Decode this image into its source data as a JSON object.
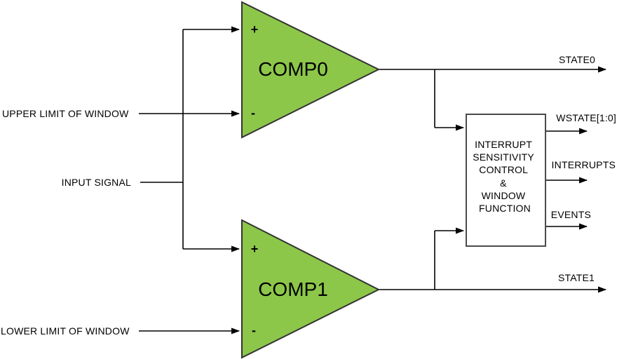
{
  "diagram": {
    "inputs": {
      "upper_limit": "UPPER LIMIT OF WINDOW",
      "input_signal": "INPUT SIGNAL",
      "lower_limit": "LOWER LIMIT OF WINDOW"
    },
    "comparators": [
      {
        "name": "COMP0",
        "plus": "+",
        "minus": "-"
      },
      {
        "name": "COMP1",
        "plus": "+",
        "minus": "-"
      }
    ],
    "control_block": {
      "lines": [
        "INTERRUPT",
        "SENSITIVITY",
        "CONTROL",
        "&",
        "WINDOW",
        "FUNCTION"
      ]
    },
    "outputs": {
      "state0": "STATE0",
      "wstate": "WSTATE[1:0]",
      "interrupts": "INTERRUPTS",
      "events": "EVENTS",
      "state1": "STATE1"
    },
    "colors": {
      "comparator_fill": "#8DC74A",
      "comparator_stroke": "#333333",
      "box_stroke": "#4A4A4A",
      "wire": "#000000",
      "background": "#FFFFFF"
    }
  }
}
